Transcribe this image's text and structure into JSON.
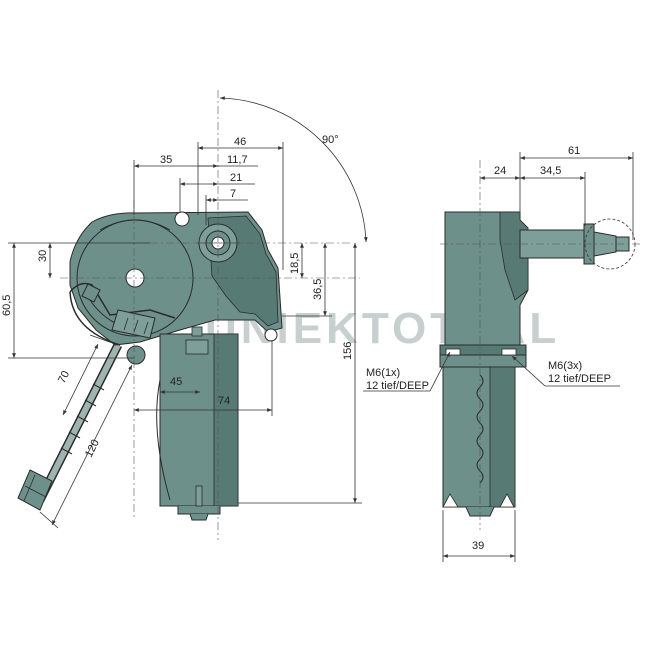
{
  "watermark": "UNIEKTOTAAL",
  "colors": {
    "body_fill": "#6e908b",
    "body_fill_dark": "#587a75",
    "outline": "#2b2b2b",
    "dimension_line": "#333333",
    "watermark": "#c8d0cf",
    "background": "#ffffff"
  },
  "front_view": {
    "angle": "90°",
    "dimensions": {
      "d46": "46",
      "d35": "35",
      "d11_7": "11,7",
      "d21": "21",
      "d7": "7",
      "d30": "30",
      "d60_5": "60,5",
      "d18_5": "18,5",
      "d36_5": "36,5",
      "d156": "156",
      "d45": "45",
      "d74": "74",
      "d70": "70",
      "d120": "120"
    }
  },
  "side_view": {
    "dimensions": {
      "d61": "61",
      "d24": "24",
      "d34_5": "34,5",
      "d39": "39"
    },
    "notes": {
      "left_thread": "M6(1x)",
      "left_depth": "12 tief/DEEP",
      "right_thread": "M6(3x)",
      "right_depth": "12 tief/DEEP"
    }
  }
}
